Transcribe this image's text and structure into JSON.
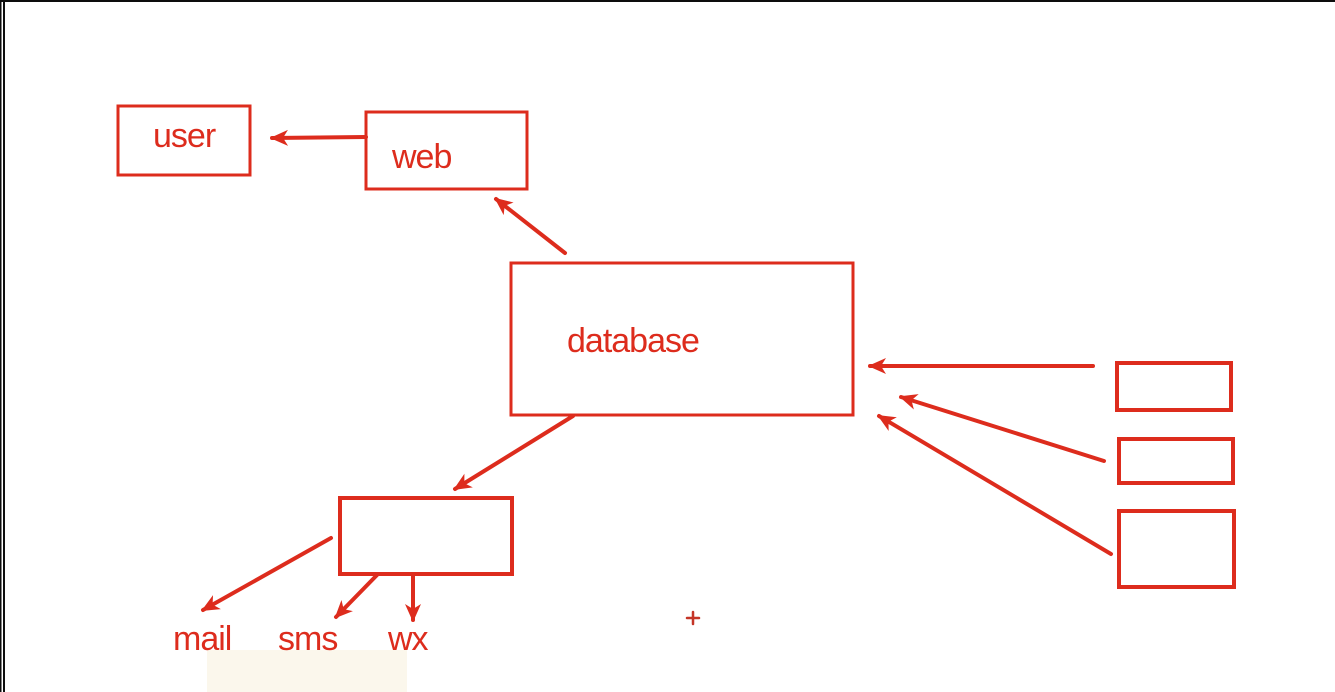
{
  "canvas": {
    "background": "#ffffff",
    "ink_color": "#dd2c1d",
    "edge_color": "#0d0d0d"
  },
  "diagram": {
    "labels": {
      "user": "user",
      "web": "web",
      "database": "database",
      "mail": "mail",
      "sms": "sms",
      "wx": "wx"
    },
    "cursor": {
      "glyph": "+"
    }
  }
}
